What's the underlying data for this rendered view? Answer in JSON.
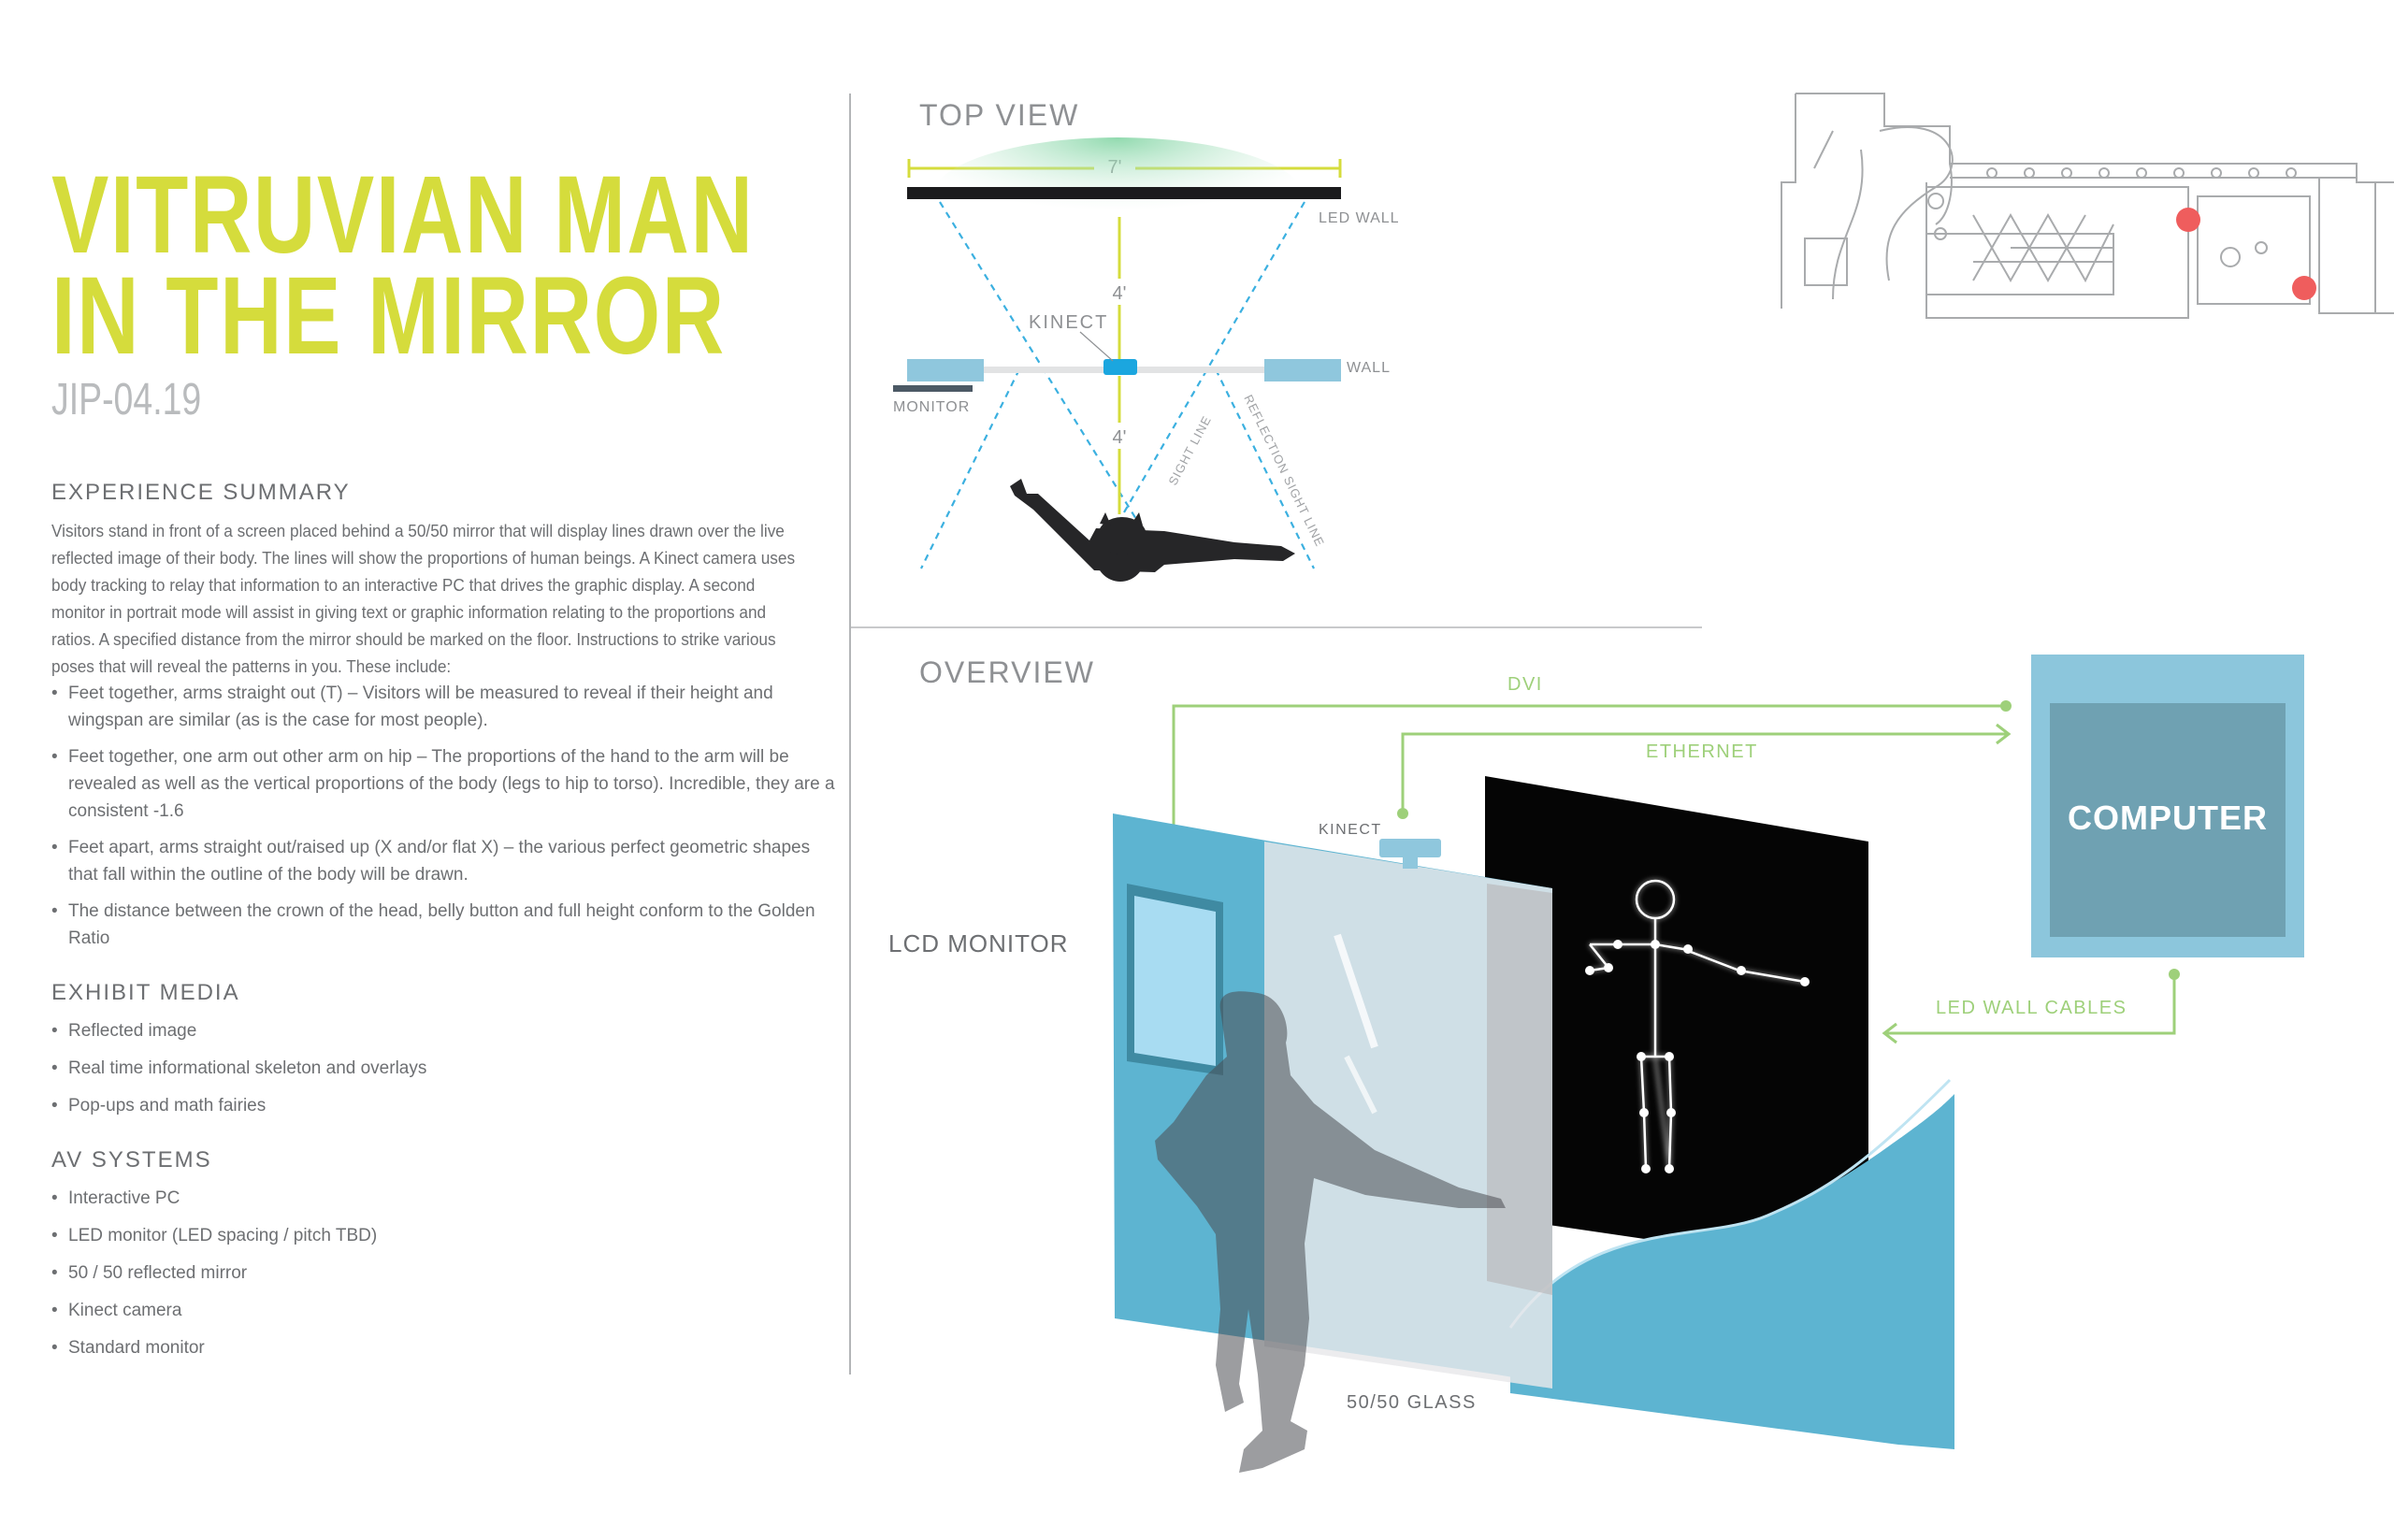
{
  "title_line1": "VITRUVIAN MAN",
  "title_line2": "IN THE MIRROR",
  "code": "JIP-04.19",
  "experience_summary": {
    "heading": "EXPERIENCE SUMMARY",
    "text": "Visitors stand in front of a screen placed behind a 50/50 mirror that will display lines drawn over the live reflected image of their body. The lines will show the proportions of human beings. A Kinect camera uses body tracking to relay that information to an interactive PC that drives the graphic display. A second monitor in portrait mode will assist in giving text or graphic information relating to the proportions and ratios. A specified distance from the mirror should be marked on the floor. Instructions to strike various poses that will reveal the patterns in you. These include:"
  },
  "poses": [
    "Feet together, arms straight out (T) – Visitors will be measured to reveal if their height and wingspan are similar (as is the case for most people).",
    "Feet together, one arm out other arm on hip – The proportions of the hand to the arm will be revealed as well as the vertical proportions of the body (legs to hip to torso). Incredible, they are a consistent -1.6",
    "Feet apart, arms straight out/raised up (X and/or flat X) – the various perfect geometric shapes that fall within the outline of the body will be drawn.",
    "The distance between the crown of the head, belly button and full height conform to the Golden Ratio"
  ],
  "exhibit_media": {
    "heading": "EXHIBIT MEDIA",
    "items": [
      "Reflected image",
      "Real time informational skeleton and overlays",
      "Pop-ups and math fairies"
    ]
  },
  "av_systems": {
    "heading": "AV SYSTEMS",
    "items": [
      "Interactive PC",
      "LED monitor (LED spacing / pitch TBD)",
      "50 / 50 reflected mirror",
      "Kinect camera",
      "Standard monitor"
    ]
  },
  "top_view": {
    "heading": "TOP VIEW",
    "width_label": "7'",
    "led_wall": "LED WALL",
    "kinect": "KINECT",
    "dist1": "4'",
    "dist2": "4'",
    "wall": "WALL",
    "monitor": "MONITOR",
    "sight_line": "SIGHT LINE",
    "reflection_sight_line": "REFLECTION SIGHT LINE"
  },
  "overview": {
    "heading": "OVERVIEW",
    "dvi": "DVI",
    "ethernet": "ETHERNET",
    "computer": "COMPUTER",
    "kinect": "KINECT",
    "lcd_monitor": "LCD MONITOR",
    "led_wall_cables": "LED WALL CABLES",
    "glass": "50/50 GLASS"
  },
  "colors": {
    "accent_yellow": "#d5dc3c",
    "cable_green": "#9ed07a",
    "wall_blue": "#5db4d1",
    "computer_outer": "#8cc6dc",
    "computer_inner": "#6fa1b2",
    "kinect_blue": "#1ba6df",
    "text_gray": "#6d6f72",
    "marker_red": "#ef5d5d"
  }
}
